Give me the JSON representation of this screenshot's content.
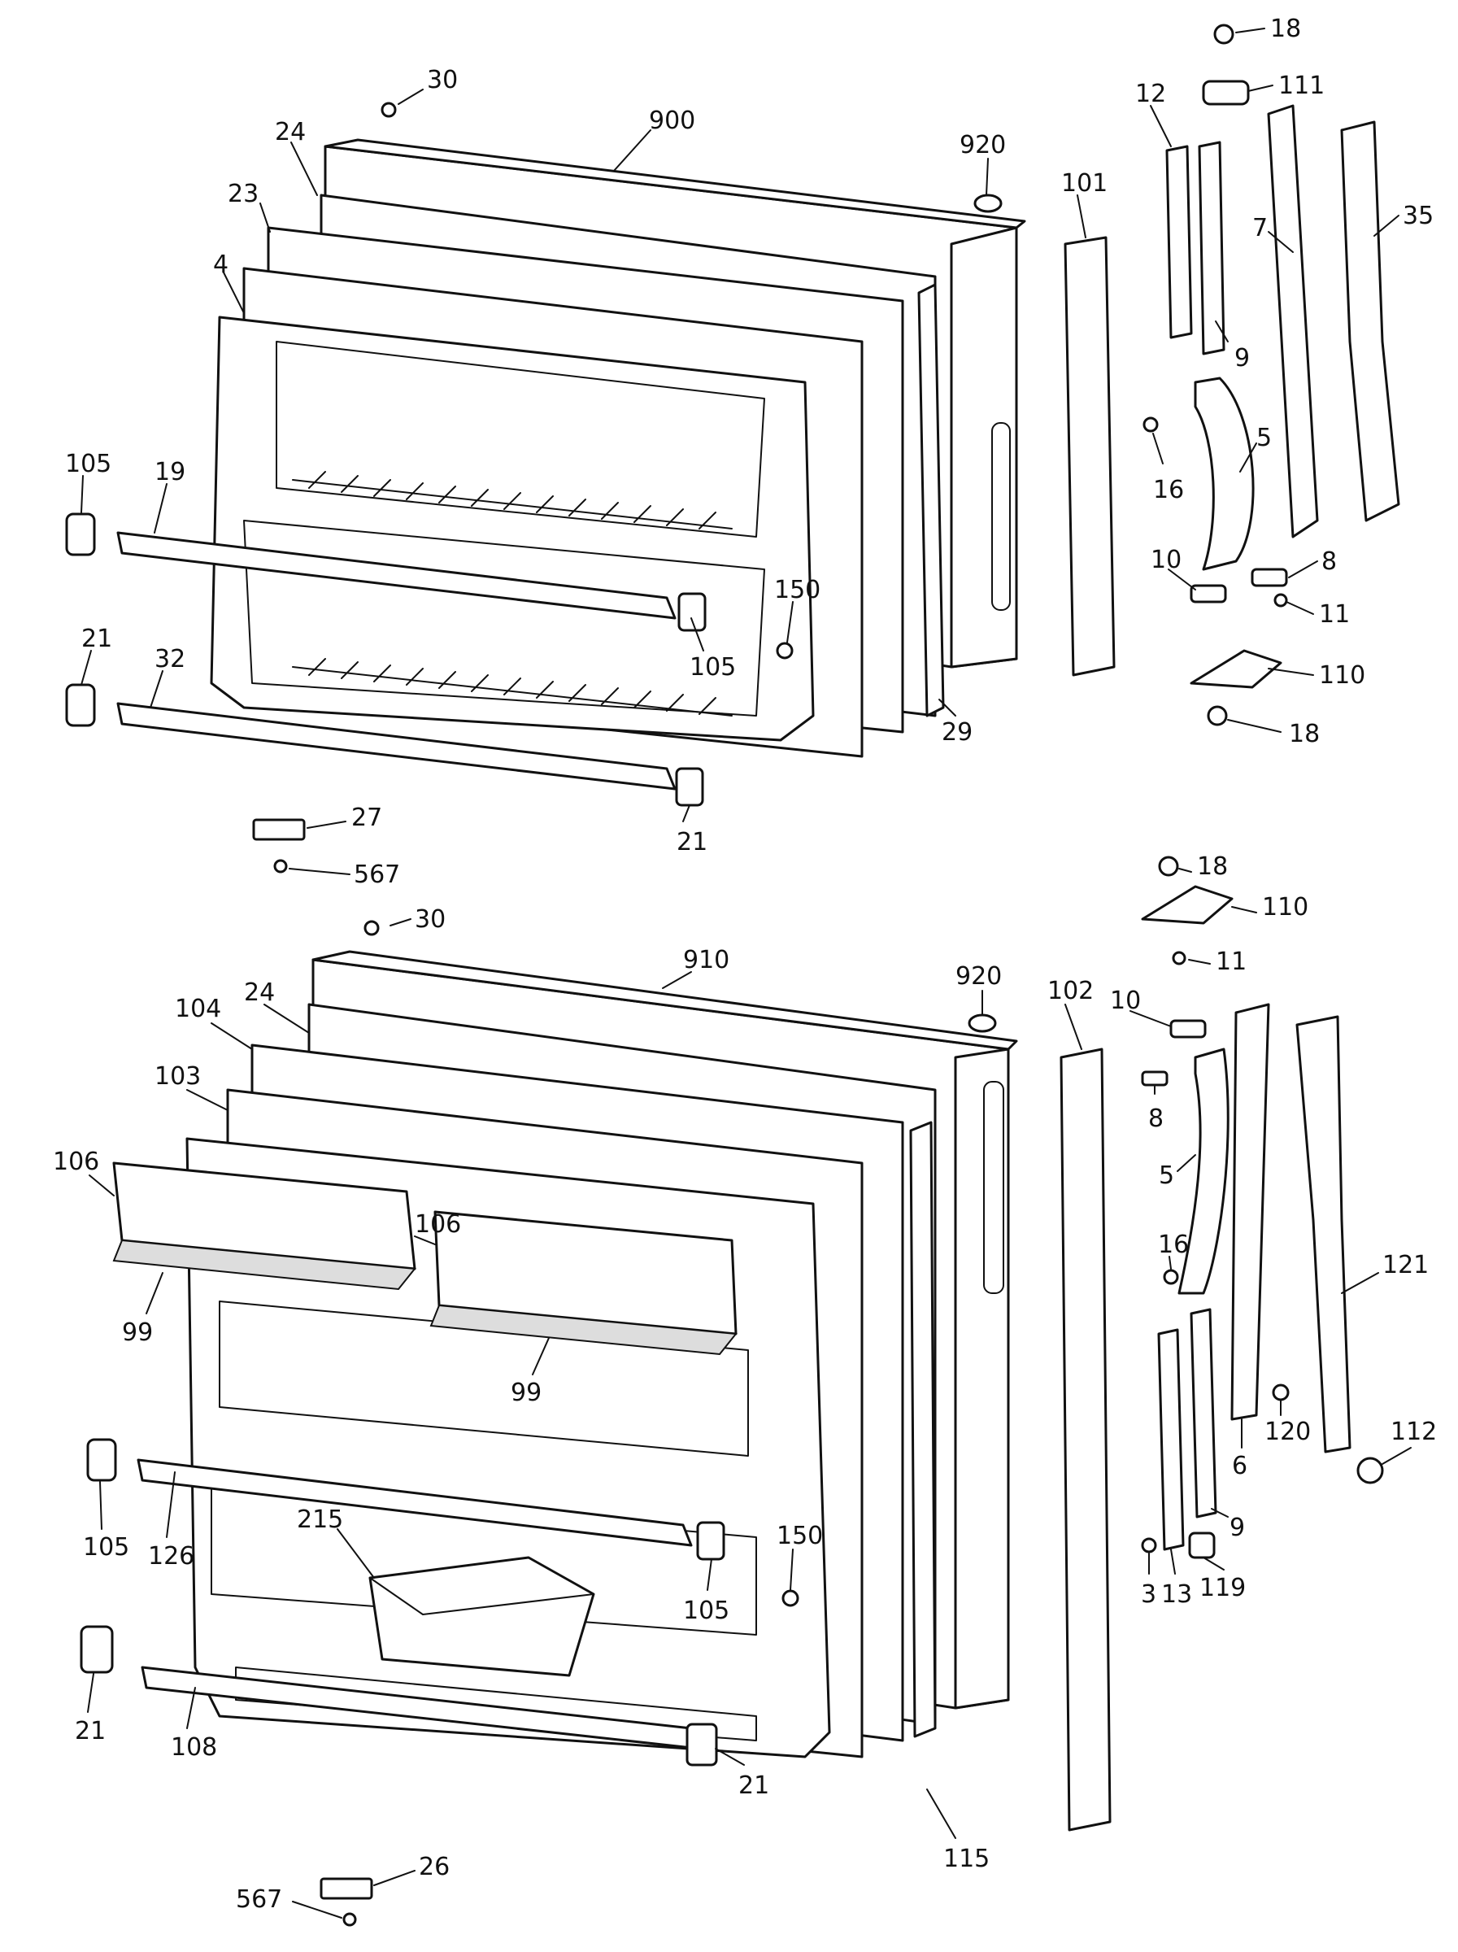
{
  "freezer_door": {
    "callouts": [
      "18",
      "30",
      "900",
      "111",
      "12",
      "920",
      "24",
      "101",
      "35",
      "7",
      "23",
      "9",
      "4",
      "16",
      "5",
      "105",
      "19",
      "10",
      "8",
      "11",
      "150",
      "21",
      "105",
      "32",
      "29",
      "110",
      "18",
      "27",
      "21",
      "567"
    ]
  },
  "fresh_food_door": {
    "callouts": [
      "18",
      "110",
      "30",
      "11",
      "910",
      "920",
      "102",
      "24",
      "10",
      "104",
      "103",
      "8",
      "106",
      "5",
      "106",
      "16",
      "121",
      "99",
      "99",
      "120",
      "112",
      "6",
      "105",
      "150",
      "126",
      "215",
      "9",
      "105",
      "3",
      "13",
      "119",
      "21",
      "108",
      "21",
      "115",
      "26",
      "567"
    ]
  }
}
